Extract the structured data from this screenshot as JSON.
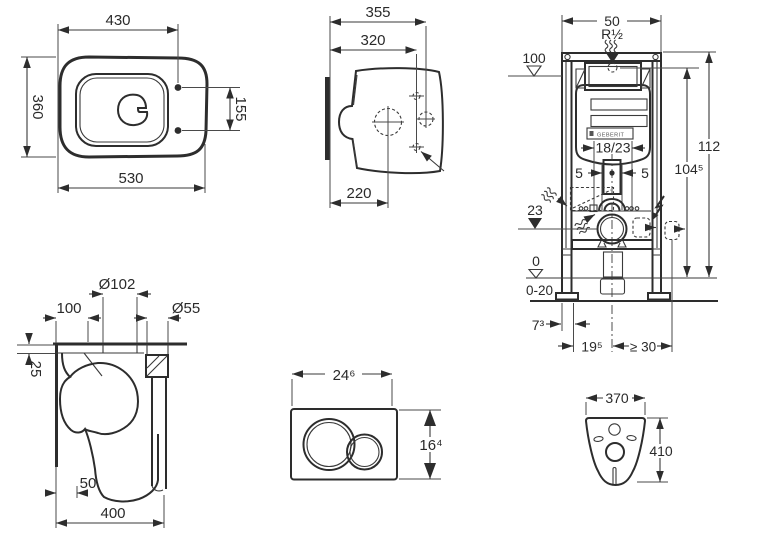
{
  "drawing": {
    "background": "#ffffff",
    "line_color": "#2d2d2d",
    "views": {
      "top": {
        "w430": "430",
        "h360": "360",
        "w530": "530",
        "h155": "155"
      },
      "side": {
        "d355": "355",
        "d320": "320",
        "d220": "220"
      },
      "frame": {
        "w50": "50",
        "conn": "R½",
        "h100": "100",
        "h112": "112",
        "h104": "104⁵",
        "flush": "18/23",
        "l5": "5",
        "r5": "5",
        "h23": "23",
        "zero": "0",
        "range": "0-20",
        "d7": "7³",
        "d19": "19⁵",
        "d30": "≥ 30",
        "brand": "GEBERIT"
      },
      "section": {
        "dia102": "Ø102",
        "o100": "100",
        "dia55": "Ø55",
        "t25": "25",
        "o50": "50",
        "d400": "400"
      },
      "plate": {
        "w": "24⁶",
        "h": "16⁴"
      },
      "gasket": {
        "w": "370",
        "h": "410"
      }
    }
  }
}
